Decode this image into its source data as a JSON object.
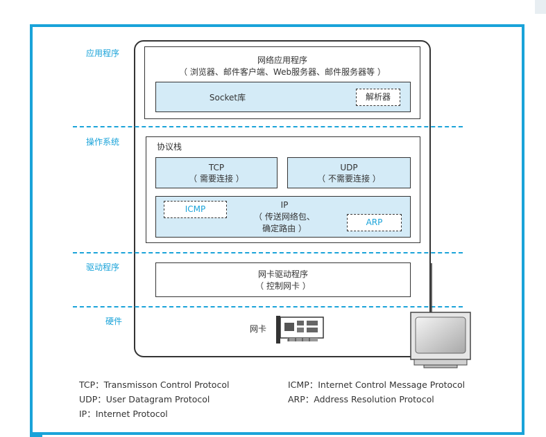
{
  "layers": {
    "app": "应用程序",
    "os": "操作系统",
    "driver": "驱动程序",
    "hw": "硬件"
  },
  "app": {
    "title": "网络应用程序",
    "subtitle": "（ 浏览器、邮件客户端、Web服务器、邮件服务器等 ）",
    "socket": "Socket库",
    "resolver": "解析器"
  },
  "stack": {
    "title": "协议栈",
    "tcp": "TCP",
    "tcp_note": "（ 需要连接 ）",
    "udp": "UDP",
    "udp_note": "（ 不需要连接 ）",
    "icmp": "ICMP",
    "ip": "IP",
    "ip_note1": "（ 传送网络包、",
    "ip_note2": "确定路由 ）",
    "arp": "ARP"
  },
  "driver": {
    "title": "网卡驱动程序",
    "note": "（ 控制网卡 ）"
  },
  "hw": {
    "nic": "网卡"
  },
  "legend": {
    "tcp": "TCP：Transmisson Control Protocol",
    "udp": "UDP：User Datagram Protocol",
    "ip": "IP：Internet Protocol",
    "icmp": "ICMP：Internet Control Message Protocol",
    "arp": "ARP：Address Resolution Protocol"
  },
  "colors": {
    "accent": "#1aa3d9",
    "fill": "#d4ebf7"
  }
}
